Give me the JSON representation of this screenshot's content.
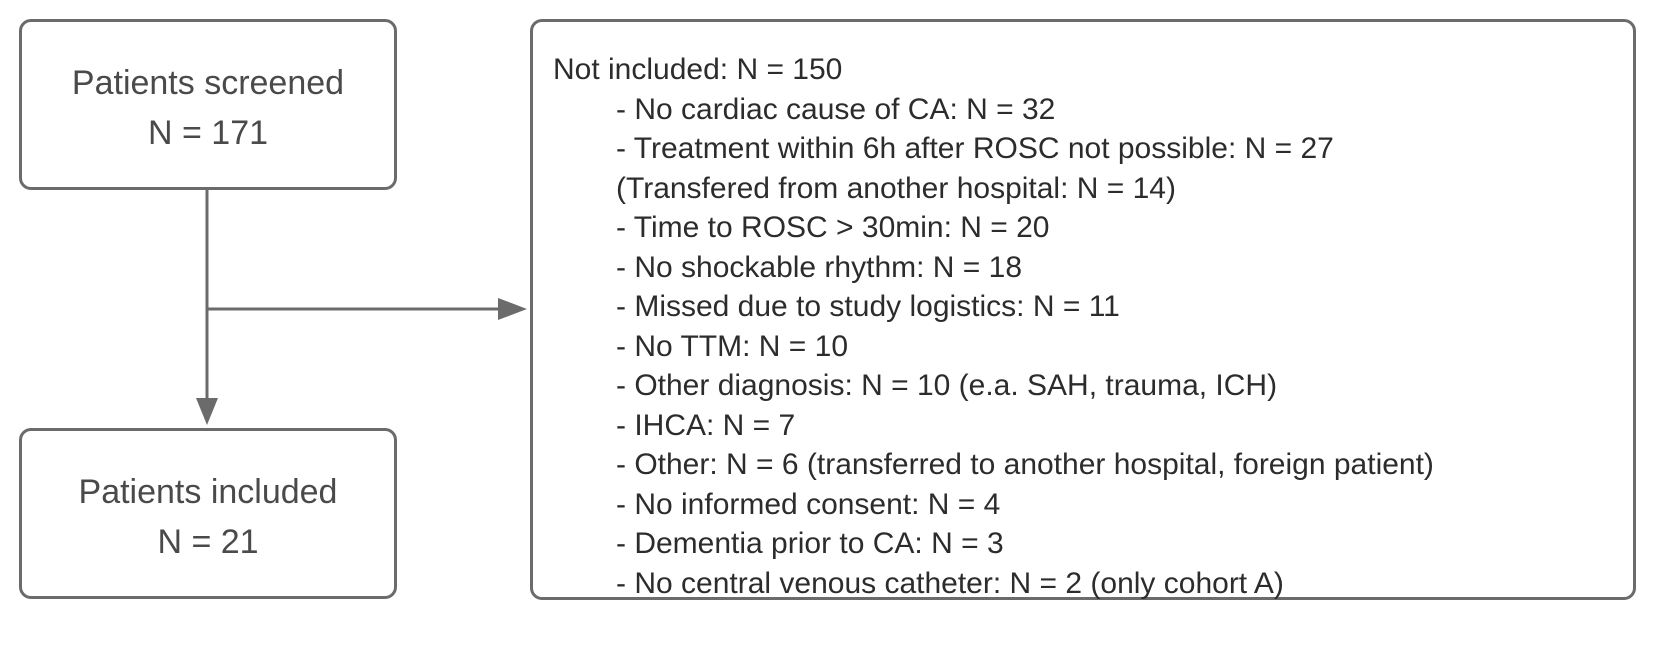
{
  "screened": {
    "title": "Patients screened",
    "count": "N = 171"
  },
  "included": {
    "title": "Patients included",
    "count": "N = 21"
  },
  "excluded": {
    "heading": "Not included: N = 150",
    "items": [
      "- No cardiac cause of CA: N = 32",
      "- Treatment within 6h after ROSC not possible: N = 27",
      "(Transfered from another hospital: N = 14)",
      "- Time to ROSC > 30min: N = 20",
      "- No shockable rhythm: N = 18",
      "- Missed due to study logistics: N = 11",
      "- No TTM: N = 10",
      "- Other diagnosis: N = 10 (e.a. SAH, trauma, ICH)",
      "- IHCA: N = 7",
      "- Other: N = 6 (transferred to another hospital, foreign patient)",
      "- No informed consent: N = 4",
      "- Dementia prior to CA: N = 3",
      "- No central venous catheter: N = 2 (only cohort A)"
    ]
  },
  "colors": {
    "border": "#6b6b6b",
    "arrow": "#6b6b6b",
    "text": "#3a3a3a"
  }
}
